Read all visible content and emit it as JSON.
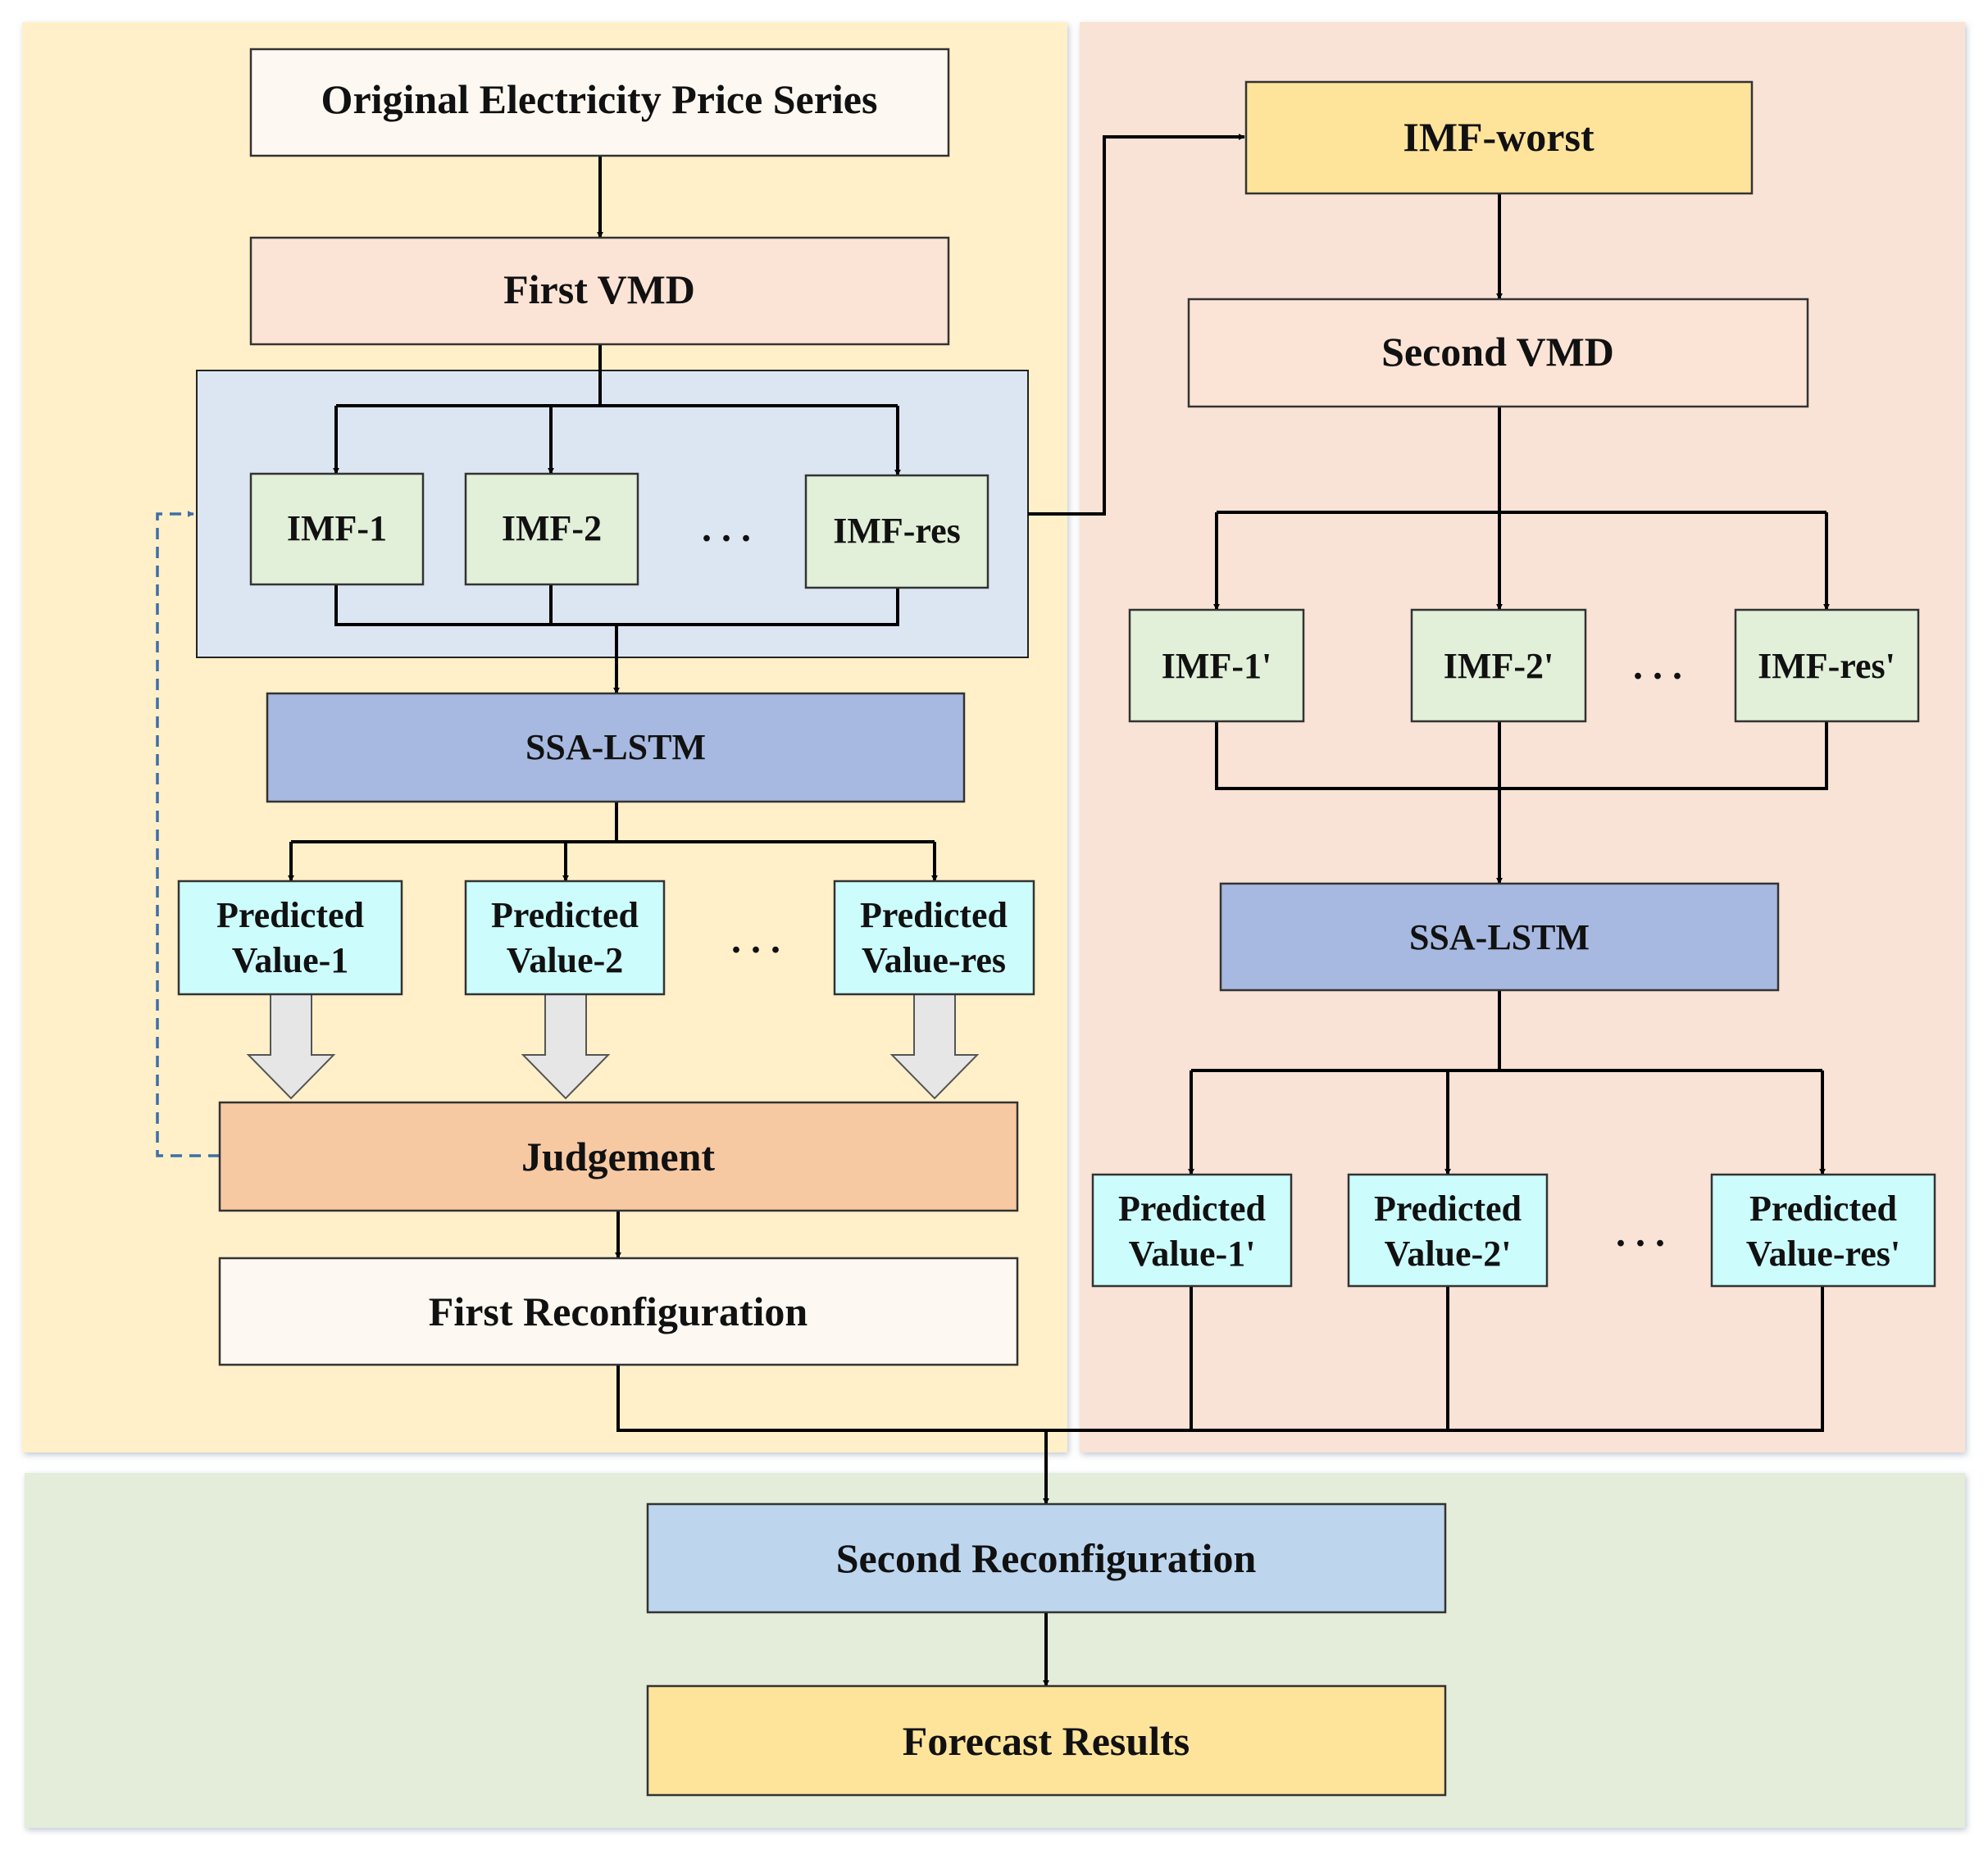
{
  "colors": {
    "panel_left": "#FFF0C9",
    "panel_right": "#F9E3D6",
    "panel_bottom": "#E3EDD9",
    "imf_group": "#DCE6F3",
    "imf_box": "#E2EFD9",
    "ssa_box": "#A7B9E0",
    "predicted_box": "#CCFCFC",
    "judgement_box": "#F7C9A3",
    "first_vmd_box": "#FBE4D6",
    "light_box": "#FDF9F2",
    "yellow_box": "#FEE49B",
    "second_reconfig_box": "#BDD6EE",
    "feedback_line": "#3F6EA8",
    "hollow_arrow": "#E6E6E6"
  },
  "nodes": {
    "original_series": "Original Electricity Price Series",
    "first_vmd": "First VMD",
    "imf_1": "IMF-1",
    "imf_2": "IMF-2",
    "imf_res": "IMF-res",
    "ssa_lstm_1": "SSA-LSTM",
    "pred_1": [
      "Predicted",
      "Value-1"
    ],
    "pred_2": [
      "Predicted",
      "Value-2"
    ],
    "pred_res": [
      "Predicted",
      "Value-res"
    ],
    "judgement": "Judgement",
    "first_reconfiguration": "First Reconfiguration",
    "imf_worst": "IMF-worst",
    "second_vmd": "Second VMD",
    "imf_1p": "IMF-1'",
    "imf_2p": "IMF-2'",
    "imf_resp": "IMF-res'",
    "ssa_lstm_2": "SSA-LSTM",
    "pred_1p": [
      "Predicted",
      "Value-1'"
    ],
    "pred_2p": [
      "Predicted",
      "Value-2'"
    ],
    "pred_resp": [
      "Predicted",
      "Value-res'"
    ],
    "second_reconfiguration": "Second Reconfiguration",
    "forecast_results": "Forecast Results",
    "ellipsis": ". . ."
  }
}
